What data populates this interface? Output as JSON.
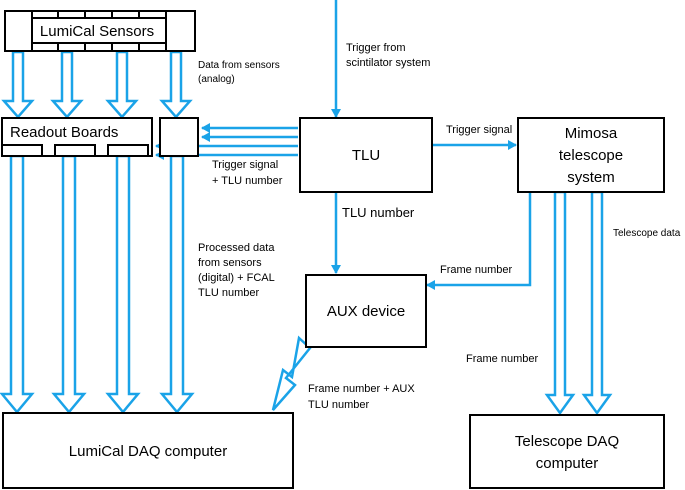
{
  "boxes": {
    "lumical_sensors": "LumiCal Sensors",
    "readout_boards": "Readout Boards",
    "tlu": "TLU",
    "mimosa": [
      "Mimosa",
      "telescope",
      "system"
    ],
    "aux_device": "AUX device",
    "lumical_daq": "LumiCal DAQ computer",
    "telescope_daq": [
      "Telescope DAQ",
      "computer"
    ]
  },
  "labels": {
    "data_from_sensors": [
      "Data from sensors",
      "(analog)"
    ],
    "trigger_from_scint": [
      "Trigger from",
      "scintilator system"
    ],
    "trigger_signal_right": "Trigger signal",
    "trigger_signal_left": [
      "Trigger signal",
      "+ TLU number"
    ],
    "tlu_number": "TLU number",
    "processed_data": [
      "Processed data",
      "from sensors",
      "(digital) + FCAL",
      "TLU number"
    ],
    "frame_number_aux": "Frame number",
    "telescope_data": "Telescope data",
    "frame_number_lower": "Frame number",
    "frame_number_plus_aux": [
      "Frame number + AUX",
      "TLU number"
    ]
  },
  "colors": {
    "arrow": "#1aa3e8",
    "box_border": "#000000"
  }
}
